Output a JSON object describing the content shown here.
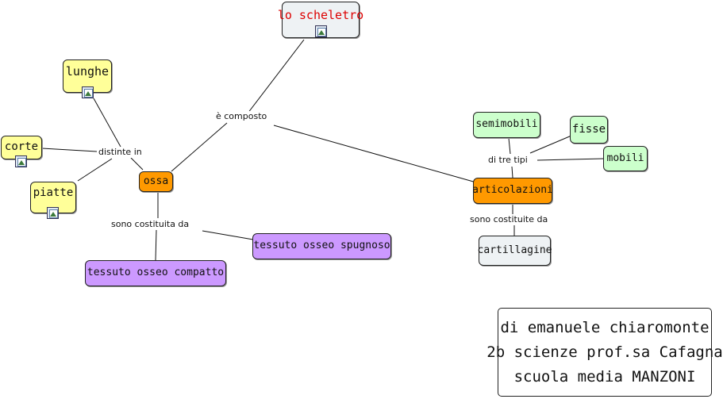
{
  "nodes": {
    "scheletro": "lo scheletro",
    "lunghe": "lunghe",
    "corte": "corte",
    "piatte": "piatte",
    "ossa": "ossa",
    "compatto": "tessuto osseo compatto",
    "spugnoso": "tessuto osseo spugnoso",
    "semimobili": "semimobili",
    "fisse": "fisse",
    "mobili": "mobili",
    "articolazioni": "articolazioni",
    "cartillagine": "cartillagine"
  },
  "links": {
    "composto": "è composto",
    "distinte": "distinte in",
    "costituita": "sono costituita da",
    "tre_tipi": "di tre tipi",
    "costituite": "sono costituite da"
  },
  "credits": {
    "line1": "di emanuele chiaromonte",
    "line2": "2b scienze prof.sa Cafagna",
    "line3": "scuola media MANZONI"
  },
  "colors": {
    "title_text": "#dd0000",
    "orange": "#ff9900",
    "yellow": "#ffff99",
    "green": "#ccffcc",
    "purple": "#cc99ff",
    "grey": "#eef2f4"
  },
  "icons": [
    "image-icon"
  ]
}
